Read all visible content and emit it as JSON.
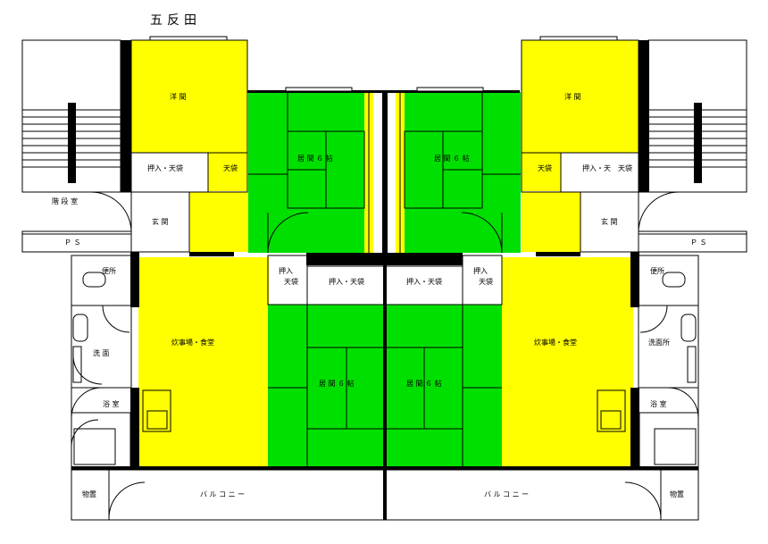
{
  "title": "五反田",
  "rooms": {
    "yoma": "洋 間",
    "oshiire_tenbukuro": "押入・天袋",
    "tenbukuro": "天袋",
    "oshiire_ten_tenbukuro": "押入・天　天袋",
    "kyoma_6": "居 間 ６ 帖",
    "kaidanshitsu": "階 段 室",
    "genkan": "玄 関",
    "ps": "Ｐ Ｓ",
    "benjo": "便所",
    "oshiire": "押入",
    "tenbukuro_short": "天袋",
    "senmen": "洗 面",
    "senmenjo": "洗面所",
    "suijiba_shokudo": "炊事場・食堂",
    "yokushitsu": "浴 室",
    "monooki": "物置",
    "balcony": "バ ル コ ニ ー"
  },
  "colors": {
    "yellow": "#ffff00",
    "green": "#00e000",
    "wall": "#000000",
    "line": "#000000",
    "background": "#ffffff"
  }
}
